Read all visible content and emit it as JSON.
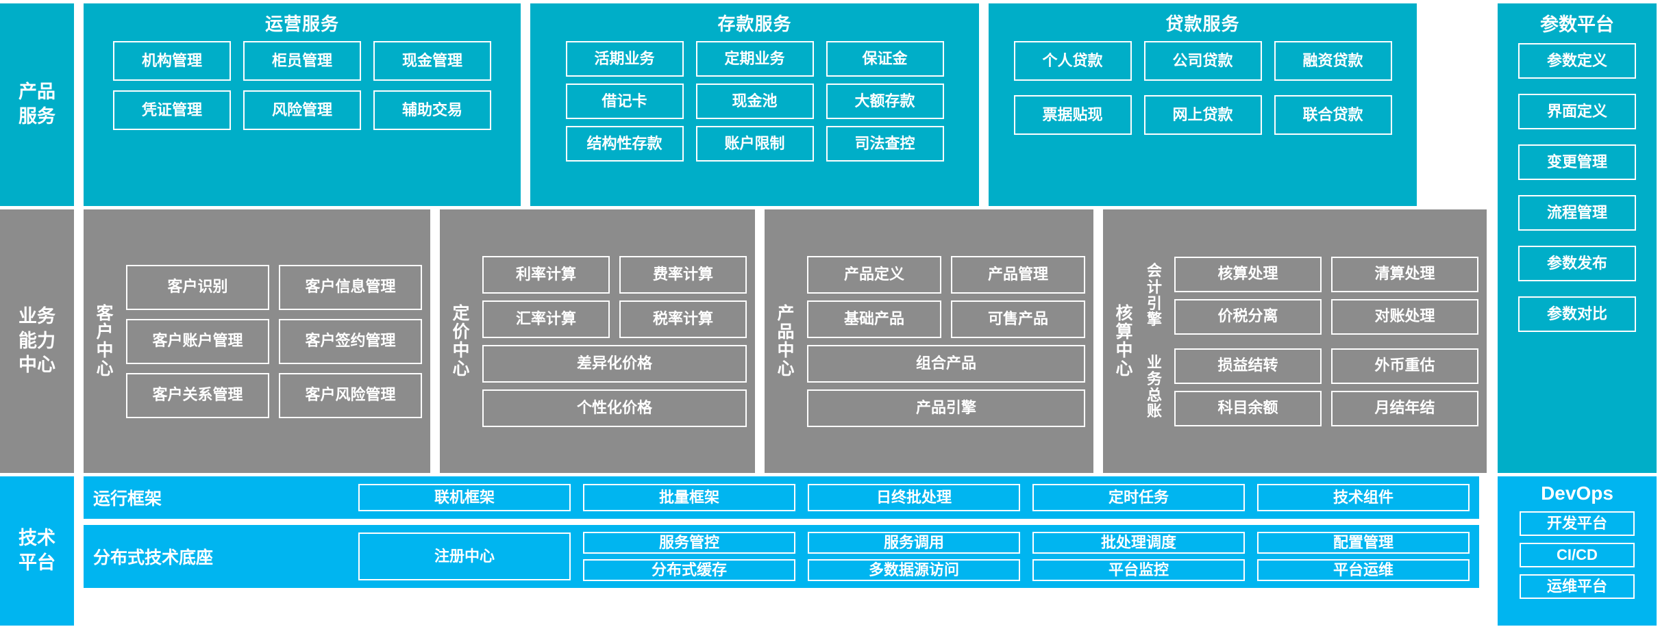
{
  "colors": {
    "teal": "#00AEC8",
    "gray": "#8C8C8C",
    "blue": "#00B5F0",
    "border": "#FFFFFF",
    "background": "#FFFFFF"
  },
  "layers": {
    "product_service": {
      "label_line1": "产品",
      "label_line2": "服务"
    },
    "business_capability": {
      "label_line1": "业务",
      "label_line2": "能力",
      "label_line3": "中心"
    },
    "technical_platform": {
      "label_line1": "技术",
      "label_line2": "平台"
    }
  },
  "product_service": {
    "groups": [
      {
        "title": "运营服务",
        "tiles": [
          "机构管理",
          "柜员管理",
          "现金管理",
          "凭证管理",
          "风险管理",
          "辅助交易"
        ]
      },
      {
        "title": "存款服务",
        "tiles": [
          "活期业务",
          "定期业务",
          "保证金",
          "借记卡",
          "现金池",
          "大额存款",
          "结构性存款",
          "账户限制",
          "司法查控"
        ]
      },
      {
        "title": "贷款服务",
        "tiles": [
          "个人贷款",
          "公司贷款",
          "融资贷款",
          "票据贴现",
          "网上贷款",
          "联合贷款"
        ]
      }
    ]
  },
  "business_capability": {
    "centers": [
      {
        "vlabel": "客户中心",
        "rows": [
          {
            "type": "pair",
            "tiles": [
              "客户识别",
              "客户信息管理"
            ]
          },
          {
            "type": "pair",
            "tiles": [
              "客户账户管理",
              "客户签约管理"
            ]
          },
          {
            "type": "pair",
            "tiles": [
              "客户关系管理",
              "客户风险管理"
            ]
          }
        ]
      },
      {
        "vlabel": "定价中心",
        "rows": [
          {
            "type": "pair",
            "tiles": [
              "利率计算",
              "费率计算"
            ]
          },
          {
            "type": "pair",
            "tiles": [
              "汇率计算",
              "税率计算"
            ]
          },
          {
            "type": "wide",
            "tiles": [
              "差异化价格"
            ]
          },
          {
            "type": "wide",
            "tiles": [
              "个性化价格"
            ]
          }
        ]
      },
      {
        "vlabel": "产品中心",
        "rows": [
          {
            "type": "pair",
            "tiles": [
              "产品定义",
              "产品管理"
            ]
          },
          {
            "type": "pair",
            "tiles": [
              "基础产品",
              "可售产品"
            ]
          },
          {
            "type": "wide",
            "tiles": [
              "组合产品"
            ]
          },
          {
            "type": "wide",
            "tiles": [
              "产品引擎"
            ]
          }
        ]
      },
      {
        "vlabel": "核算中心",
        "sub_labels": [
          "会计引擎",
          "业务总账"
        ],
        "rows": [
          {
            "type": "pair",
            "tiles": [
              "核算处理",
              "清算处理"
            ]
          },
          {
            "type": "pair",
            "tiles": [
              "价税分离",
              "对账处理"
            ]
          },
          {
            "type": "pair",
            "tiles": [
              "损益结转",
              "外币重估"
            ]
          },
          {
            "type": "pair",
            "tiles": [
              "科目余额",
              "月结年结"
            ]
          }
        ]
      }
    ]
  },
  "technical_platform": {
    "bars": [
      {
        "name": "运行框架",
        "columns": [
          [
            "联机框架"
          ],
          [
            "批量框架"
          ],
          [
            "日终批处理"
          ],
          [
            "定时任务"
          ],
          [
            "技术组件"
          ]
        ]
      },
      {
        "name": "分布式技术底座",
        "columns": [
          [
            "注册中心"
          ],
          [
            "服务管控",
            "分布式缓存"
          ],
          [
            "服务调用",
            "多数据源访问"
          ],
          [
            "批处理调度",
            "平台监控"
          ],
          [
            "配置管理",
            "平台运维"
          ]
        ]
      }
    ]
  },
  "parameter_platform": {
    "title": "参数平台",
    "tiles": [
      "参数定义",
      "界面定义",
      "变更管理",
      "流程管理",
      "参数发布",
      "参数对比"
    ]
  },
  "devops": {
    "title": "DevOps",
    "tiles": [
      "开发平台",
      "CI/CD",
      "运维平台"
    ]
  }
}
